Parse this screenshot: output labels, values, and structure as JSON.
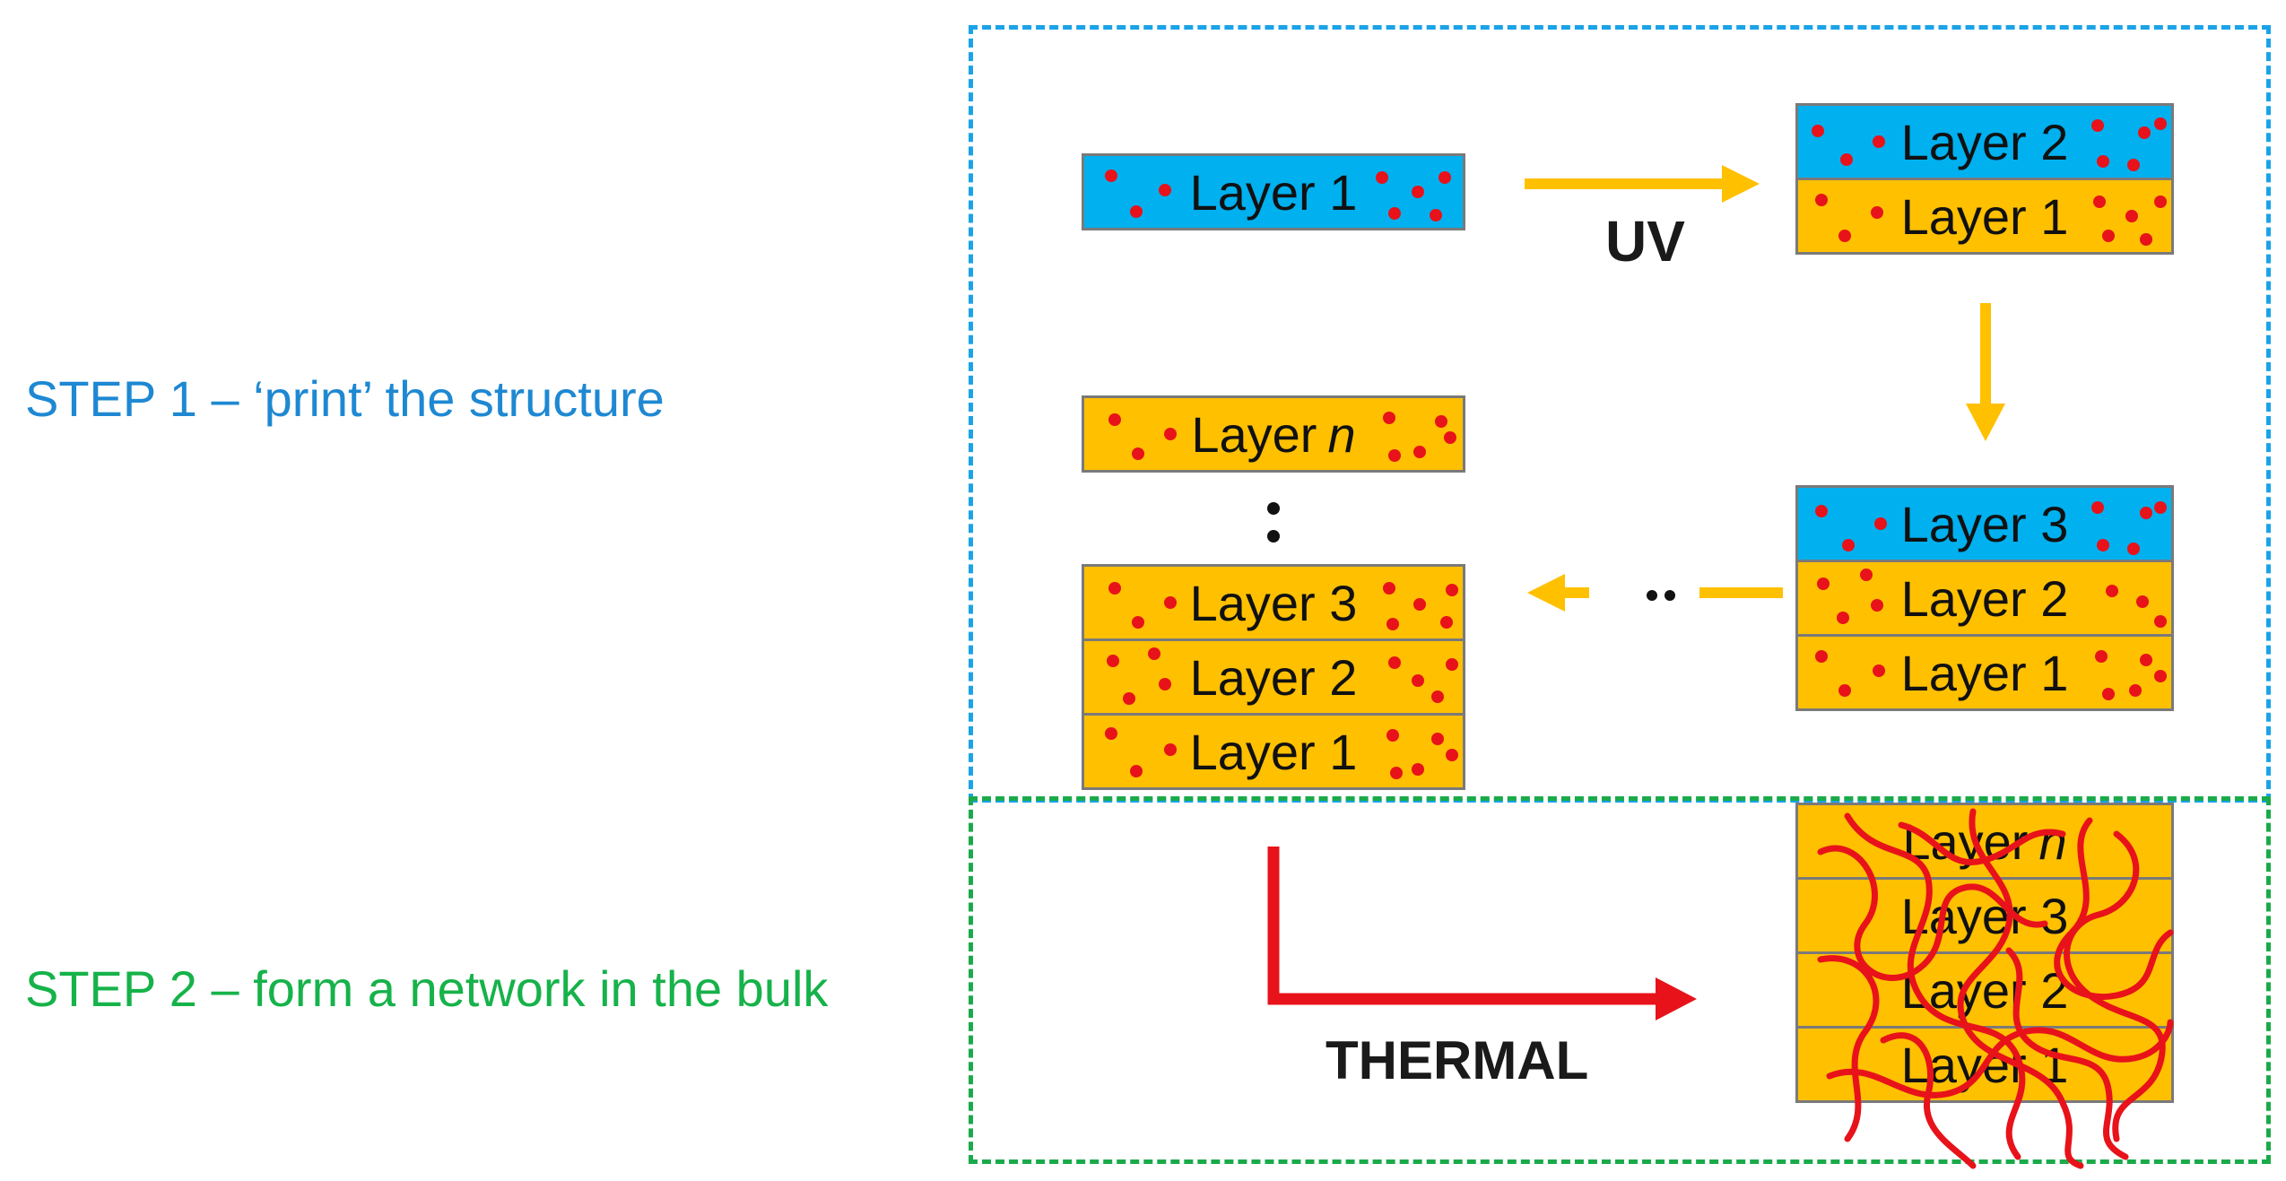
{
  "steps": {
    "step1": "STEP 1 – ‘print’ the structure",
    "step2": "STEP 2 – form a network in the bulk"
  },
  "processes": {
    "uv": "UV",
    "thermal": "THERMAL"
  },
  "stage1": {
    "layers": [
      {
        "label": "Layer 1",
        "color": "blue"
      }
    ]
  },
  "stage2": {
    "layers": [
      {
        "label": "Layer 2",
        "color": "blue"
      },
      {
        "label": "Layer 1",
        "color": "orange"
      }
    ]
  },
  "stage3": {
    "layers": [
      {
        "label": "Layer 3",
        "color": "blue"
      },
      {
        "label": "Layer 2",
        "color": "orange"
      },
      {
        "label": "Layer 1",
        "color": "orange"
      }
    ]
  },
  "stage4": {
    "top_layer": {
      "label": "Layer ",
      "italic": "n",
      "color": "orange"
    },
    "layers": [
      {
        "label": "Layer 3",
        "color": "orange"
      },
      {
        "label": "Layer 2",
        "color": "orange"
      },
      {
        "label": "Layer 1",
        "color": "orange"
      }
    ]
  },
  "stage5": {
    "top_layer": {
      "label": "Layer ",
      "italic": "n",
      "color": "orange"
    },
    "layers": [
      {
        "label": "Layer 3",
        "color": "orange"
      },
      {
        "label": "Layer 2",
        "color": "orange"
      },
      {
        "label": "Layer 1",
        "color": "orange"
      }
    ]
  },
  "colors": {
    "blue_layer": "#00b0ef",
    "orange_layer": "#ffc000",
    "dot": "#e8121a",
    "uv_arrow": "#ffc000",
    "thermal_arrow": "#e8121a",
    "step1_frame": "#1aa3e8",
    "step2_frame": "#1aaa4a"
  }
}
